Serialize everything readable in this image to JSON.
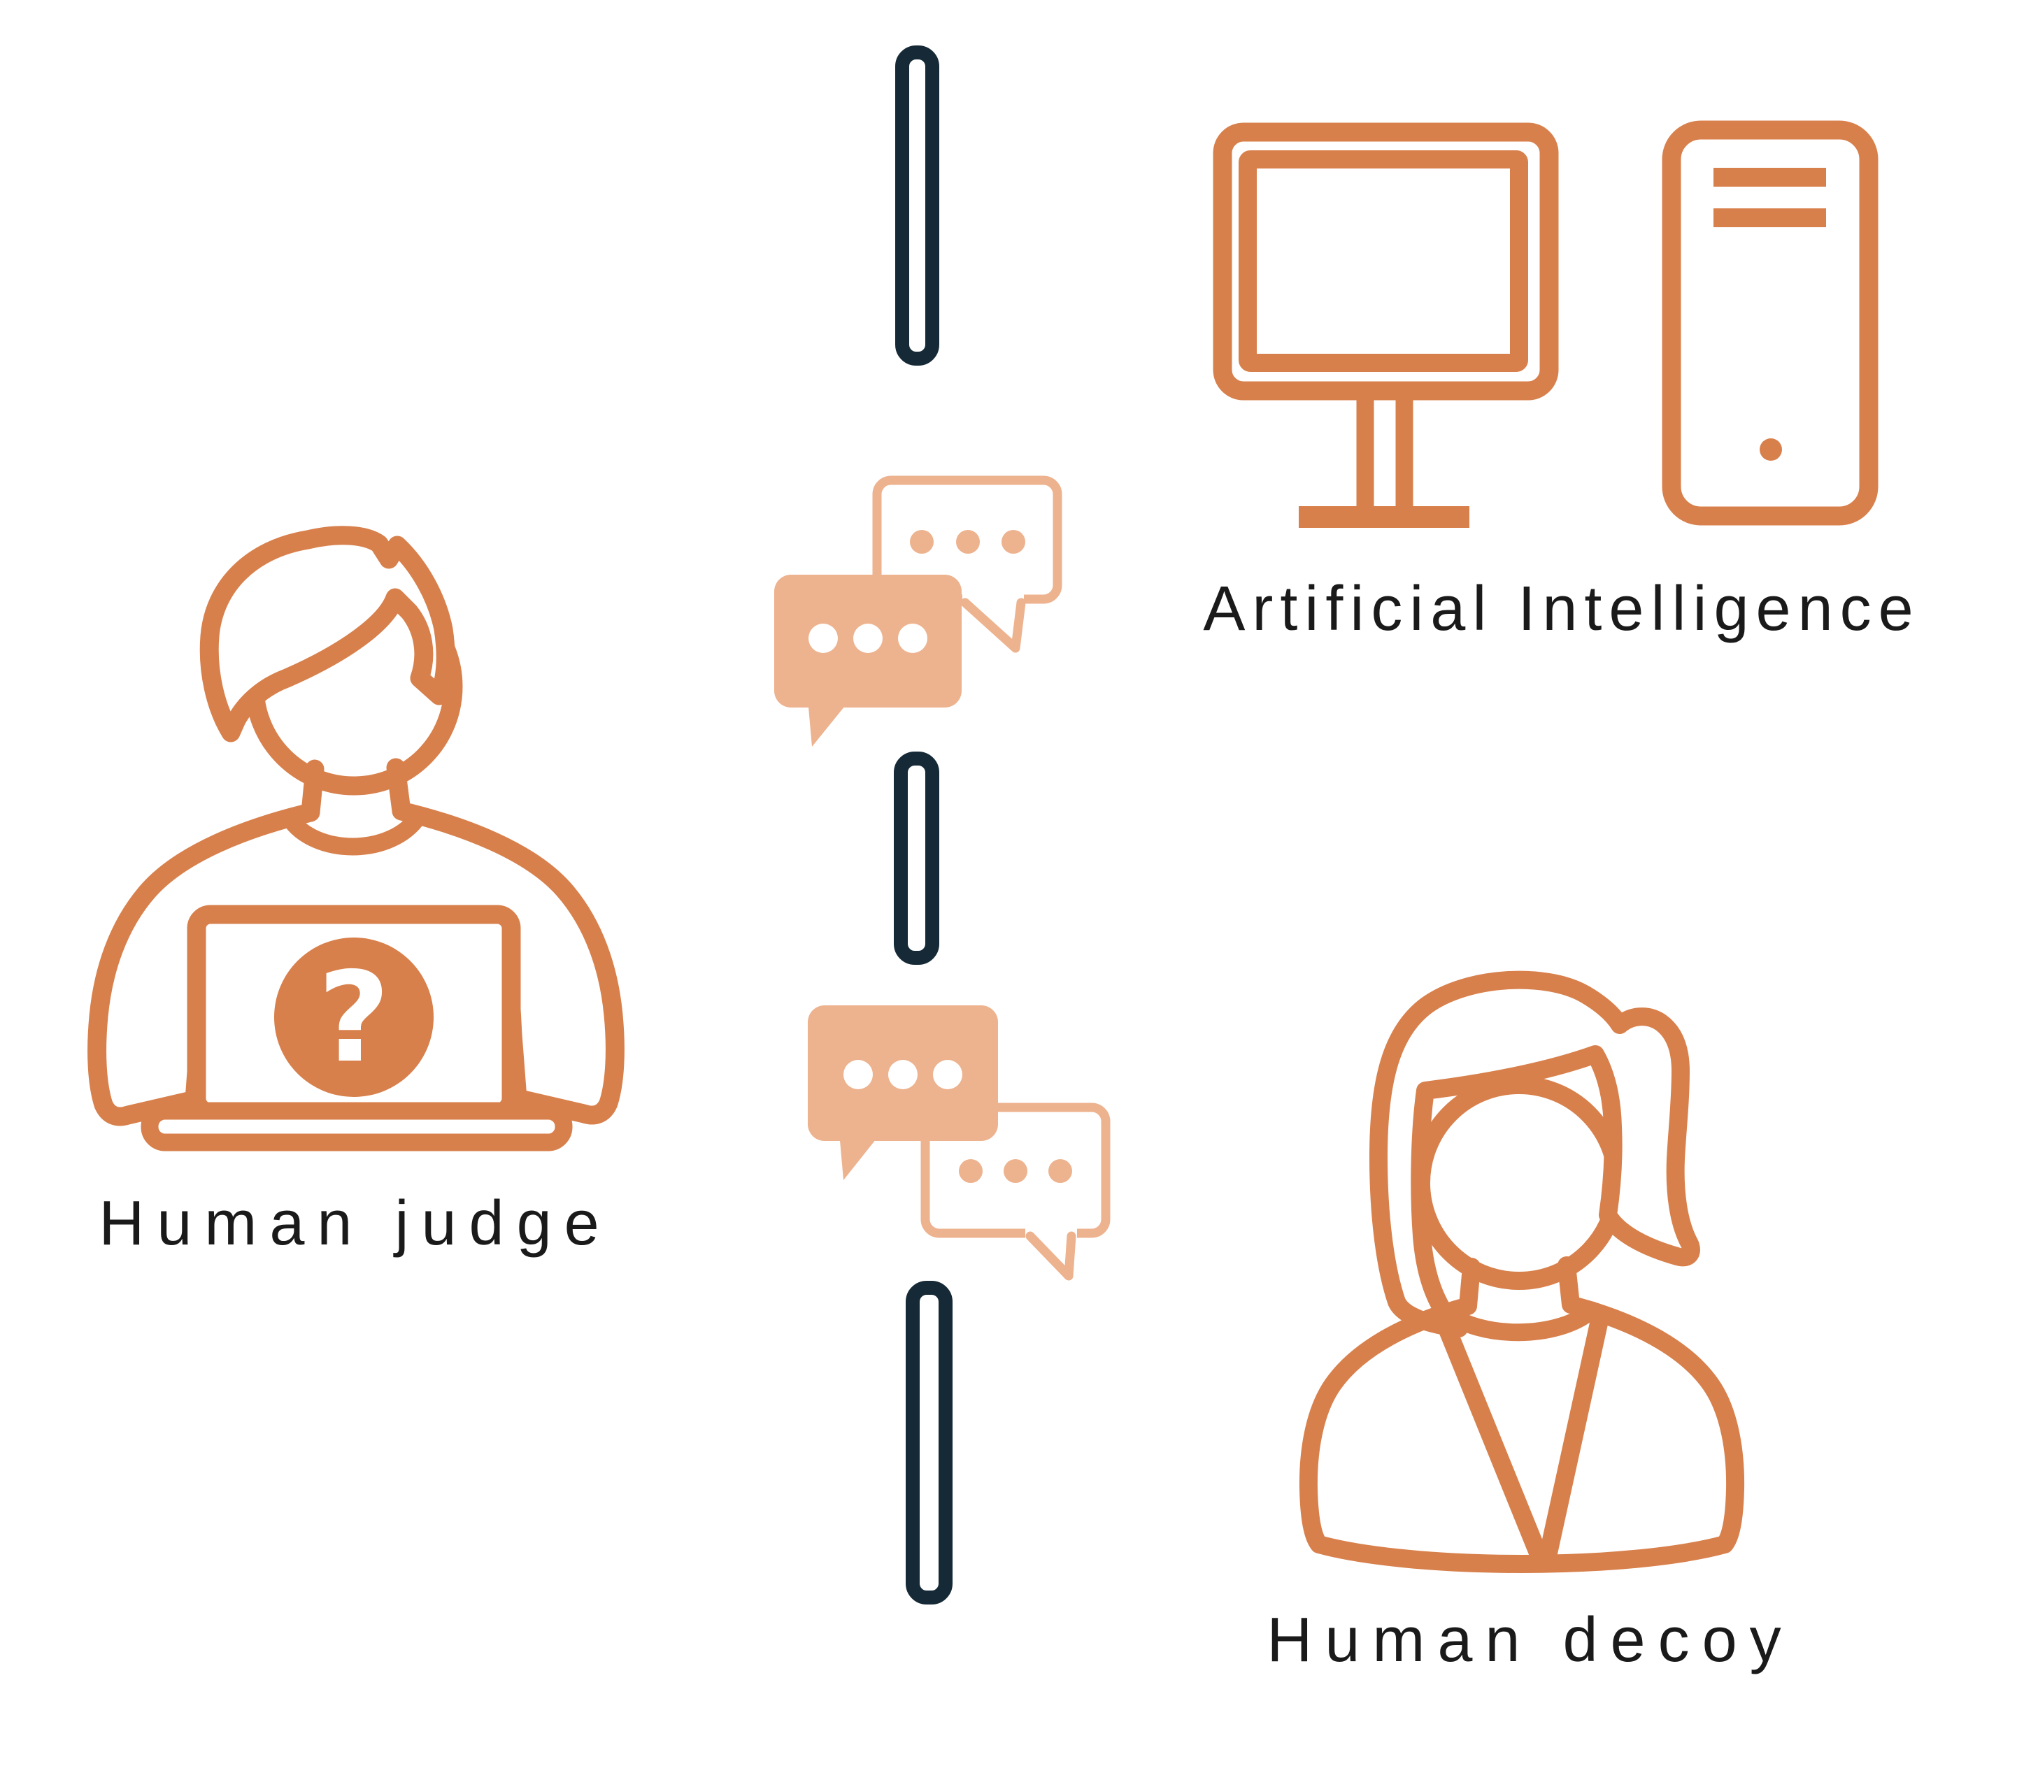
{
  "diagram": {
    "type": "turing-test-infographic",
    "actors": [
      {
        "id": "judge",
        "label": "Human judge",
        "icon": "person-at-laptop-question-icon",
        "side": "left"
      },
      {
        "id": "ai",
        "label": "Artificial Intelligence",
        "icon": "desktop-computer-icon",
        "side": "top-right"
      },
      {
        "id": "decoy",
        "label": "Human decoy",
        "icon": "woman-icon",
        "side": "bottom-right"
      }
    ],
    "divider": {
      "style": "dashed-vertical-bar",
      "dash_count": 3
    },
    "chat_pairs": [
      {
        "icon": "chat-bubbles-icon",
        "position": "upper",
        "bubbles": 2,
        "dots_per_bubble": 3
      },
      {
        "icon": "chat-bubbles-icon",
        "position": "lower",
        "bubbles": 2,
        "dots_per_bubble": 3
      }
    ],
    "question_glyph": "?"
  },
  "colors": {
    "accent": "#D8804C",
    "salmon": "#EDB28E",
    "navy": "#152936",
    "text": "#1A1A1A",
    "background": "#FFFFFF"
  }
}
